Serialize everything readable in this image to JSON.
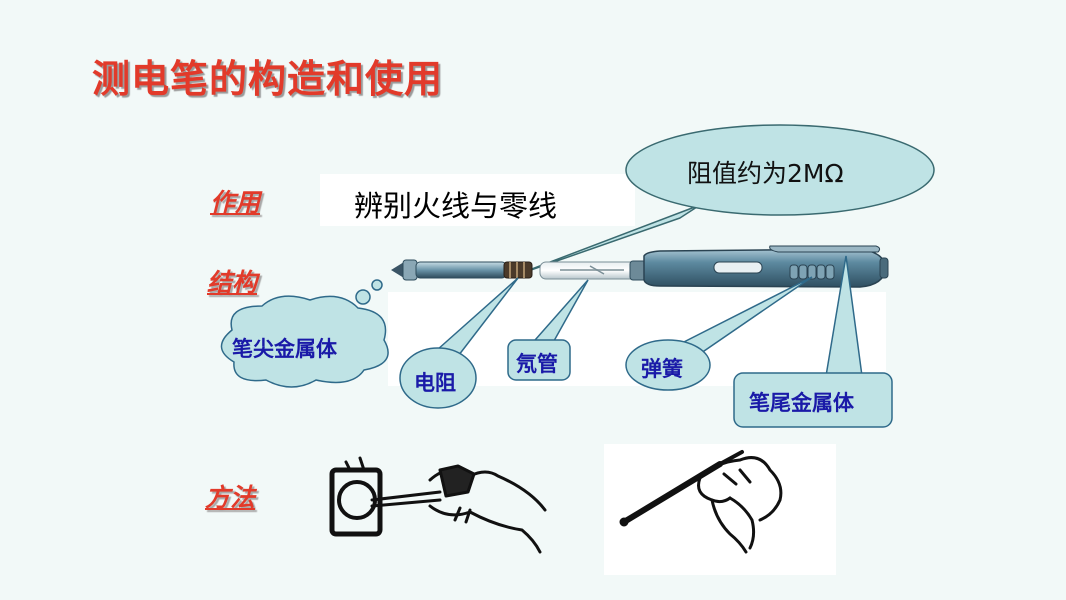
{
  "title": "测电笔的构造和使用",
  "labels": {
    "usage": "作用",
    "structure": "结构",
    "method": "方法"
  },
  "usage_text": "辨别火线与零线",
  "resistance_note": "阻值约为2MΩ",
  "parts": {
    "tip": "笔尖金属体",
    "resistor": "电阻",
    "neon_tube": "氖管",
    "spring": "弹簧",
    "tail": "笔尾金属体"
  },
  "colors": {
    "title": "#e23a2a",
    "callout_fill": "#bfe3e5",
    "callout_text": "#1a1aa8",
    "pen_body": "#4e7a90"
  }
}
